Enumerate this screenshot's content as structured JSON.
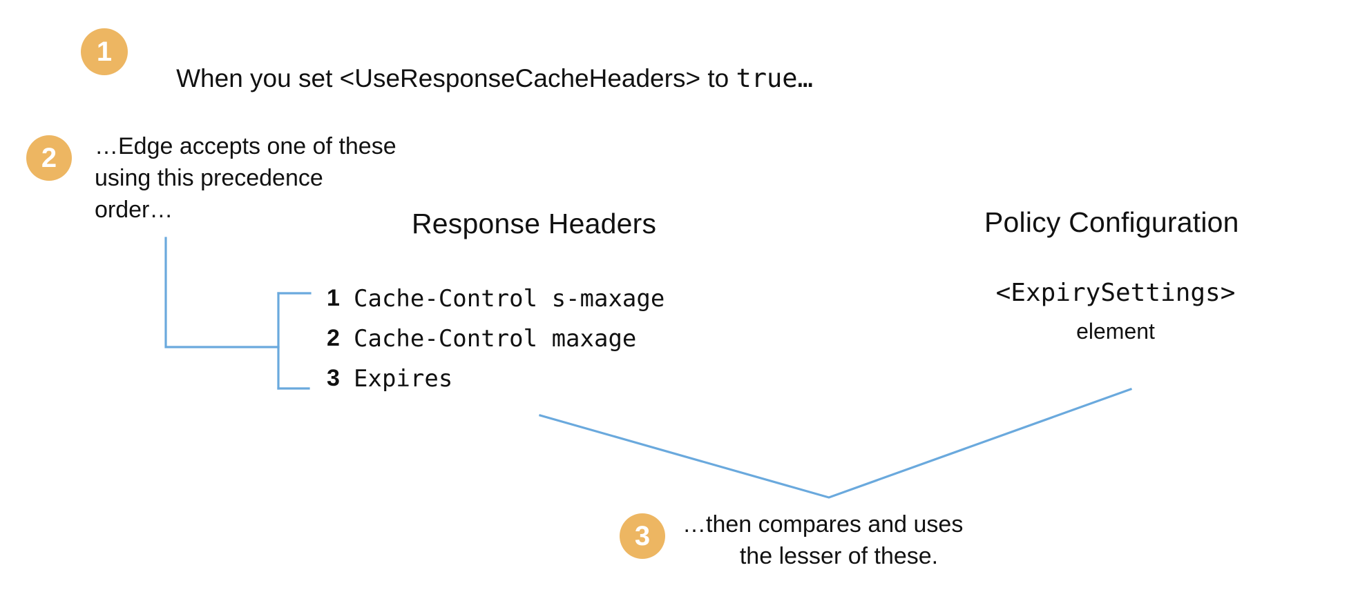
{
  "theme": {
    "background": "#ffffff",
    "badge_fill": "#edb662",
    "badge_text": "#ffffff",
    "connector_line": "#6aa9dd",
    "text": "#111111"
  },
  "steps": [
    {
      "number": "1",
      "text_before_code": "When you set <UseResponseCacheHeaders> to ",
      "code": "true…"
    },
    {
      "number": "2",
      "lines": [
        "…Edge accepts one of these",
        "using this precedence",
        "order…"
      ]
    },
    {
      "number": "3",
      "lines": [
        "…then compares and uses",
        "the lesser of these."
      ]
    }
  ],
  "columns": {
    "response_headers": {
      "title": "Response Headers",
      "items": [
        {
          "number": "1",
          "label": "Cache-Control s-maxage"
        },
        {
          "number": "2",
          "label": "Cache-Control maxage"
        },
        {
          "number": "3",
          "label": "Expires"
        }
      ]
    },
    "policy_configuration": {
      "title": "Policy Configuration",
      "code": "<ExpirySettings>",
      "caption": "element"
    }
  },
  "connectors": {
    "precedence_bracket_name": "precedence-bracket",
    "comparison_v_name": "comparison-connector"
  }
}
